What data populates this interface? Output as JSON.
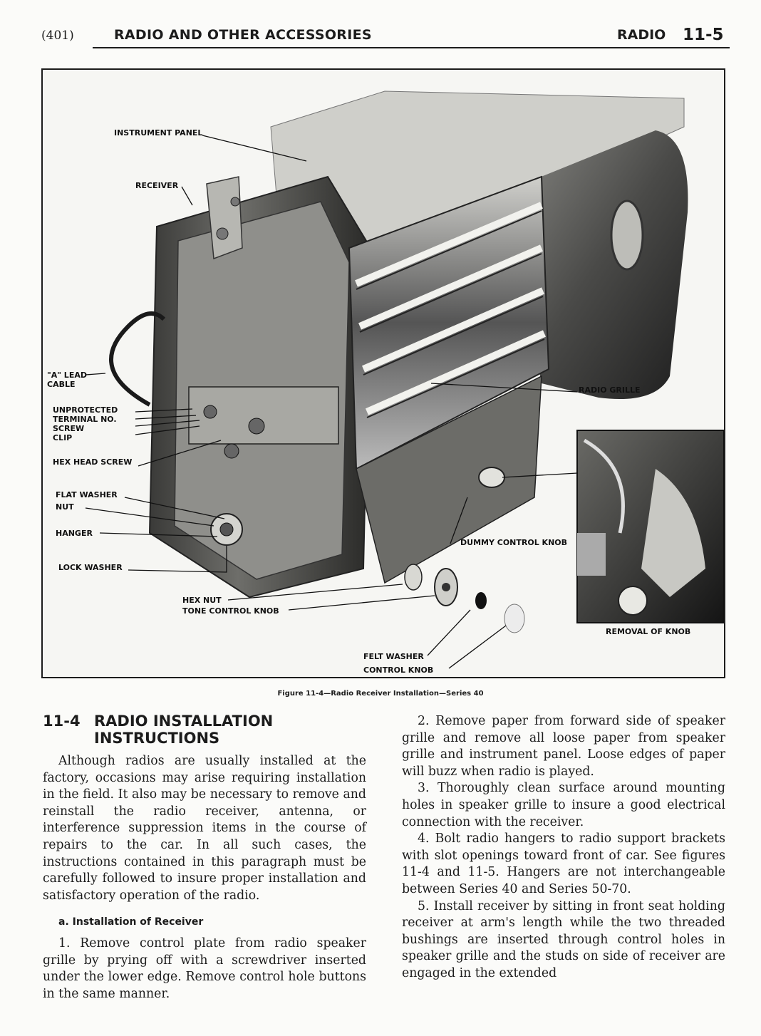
{
  "header": {
    "page_number": "(401)",
    "title": "RADIO AND OTHER ACCESSORIES",
    "section": "RADIO",
    "section_number": "11-5"
  },
  "figure": {
    "labels": {
      "instrument_panel": "INSTRUMENT PANEL",
      "receiver": "RECEIVER",
      "a_lead_cable": "\"A\" LEAD\nCABLE",
      "unprotected_terminal": "UNPROTECTED\nTERMINAL NO.\nSCREW\nCLIP",
      "hex_head_screw": "HEX HEAD SCREW",
      "flat_washer": "FLAT WASHER",
      "nut": "NUT",
      "hanger": "HANGER",
      "lock_washer": "LOCK WASHER",
      "hex_nut": "HEX NUT",
      "tone_control_knob": "TONE CONTROL KNOB",
      "felt_washer": "FELT WASHER",
      "control_knob": "CONTROL KNOB",
      "radio_grille": "RADIO GRILLE",
      "dummy_control_knob": "DUMMY CONTROL KNOB",
      "removal_of_knob": "REMOVAL OF KNOB"
    },
    "caption": "Figure 11-4—Radio Receiver Installation—Series 40"
  },
  "section": {
    "number": "11-4",
    "title_line1": "RADIO INSTALLATION",
    "title_line2": "INSTRUCTIONS"
  },
  "left_column": {
    "intro": "Although radios are usually installed at the factory, occasions may arise requiring installation in the field. It also may be necessary to remove and reinstall the radio receiver, antenna, or interference suppression items in the course of repairs to the car. In all such cases, the instructions contained in this paragraph must be carefully followed to insure proper installation and satisfactory operation of the radio.",
    "subheading": "a. Installation of Receiver",
    "step1": "1. Remove control plate from radio speaker grille by prying off with a screwdriver inserted under the lower edge. Remove control hole buttons in the same manner."
  },
  "right_column": {
    "step2": "2. Remove paper from forward side of speaker grille and remove all loose paper from speaker grille and instrument panel. Loose edges of paper will buzz when radio is played.",
    "step3": "3. Thoroughly clean surface around mounting holes in speaker grille to insure a good electrical connection with the receiver.",
    "step4": "4. Bolt radio hangers to radio support brackets with slot openings toward front of car. See figures 11-4 and 11-5. Hangers are not interchangeable between Series 40 and Series 50-70.",
    "step5": "5. Install receiver by sitting in front seat holding receiver at arm's length while the two threaded bushings are inserted through control holes in speaker grille and the studs on side of receiver are engaged in the extended"
  }
}
